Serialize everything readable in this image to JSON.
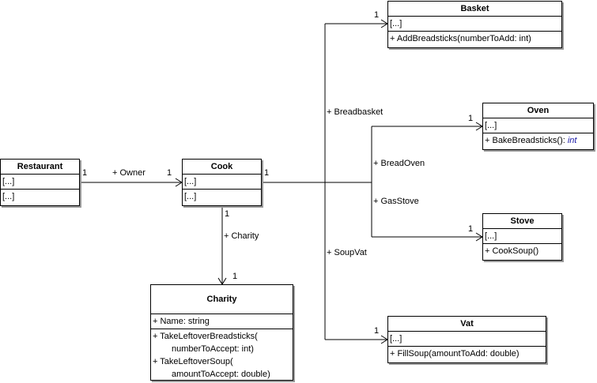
{
  "classes": {
    "restaurant": {
      "name": "Restaurant",
      "attrs": "[...]",
      "ops": "[...]"
    },
    "cook": {
      "name": "Cook",
      "attrs": "[...]",
      "ops": "[...]"
    },
    "charity": {
      "name": "Charity",
      "attrs": "+ Name: string",
      "op1a": "+ TakeLeftoverBreadsticks(",
      "op1b": "numberToAccept: int)",
      "op2a": "+ TakeLeftoverSoup(",
      "op2b": "amountToAccept: double)"
    },
    "basket": {
      "name": "Basket",
      "attrs": "[...]",
      "ops": "+ AddBreadsticks(numberToAdd: int)"
    },
    "oven": {
      "name": "Oven",
      "attrs": "[...]",
      "ops_prefix": "+ BakeBreadsticks(): ",
      "ops_type": "int"
    },
    "stove": {
      "name": "Stove",
      "attrs": "[...]",
      "ops": "+ CookSoup()"
    },
    "vat": {
      "name": "Vat",
      "attrs": "[...]",
      "ops": "+ FillSoup(amountToAdd: double)"
    }
  },
  "associations": {
    "owner": {
      "role": "+ Owner",
      "src_mult": "1",
      "dst_mult": "1"
    },
    "charity": {
      "role": "+ Charity",
      "src_mult": "1",
      "dst_mult": "1"
    },
    "cook_end_mult": "1",
    "breadbasket": {
      "role": "+ Breadbasket",
      "dst_mult": "1"
    },
    "breadoven": {
      "role": "+ BreadOven",
      "dst_mult": "1"
    },
    "gasstove": {
      "role": "+ GasStove",
      "dst_mult": "1"
    },
    "soupvat": {
      "role": "+ SoupVat",
      "dst_mult": "1"
    }
  }
}
